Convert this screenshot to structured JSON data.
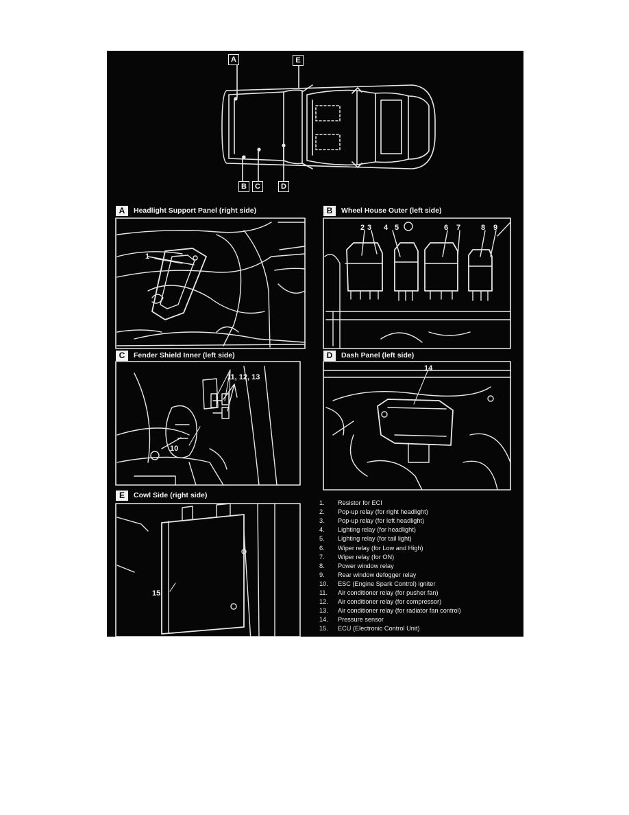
{
  "location_tags": {
    "a": "A",
    "e": "E",
    "b": "B",
    "c": "C",
    "d": "D"
  },
  "panels": {
    "a": {
      "letter": "A",
      "title": "Headlight Support Panel (right side)",
      "callouts": [
        "1"
      ]
    },
    "b": {
      "letter": "B",
      "title": "Wheel House Outer (left side)",
      "callouts": [
        "2",
        "3",
        "4",
        "5",
        "6",
        "7",
        "8",
        "9"
      ]
    },
    "c": {
      "letter": "C",
      "title": "Fender Shield Inner (left side)",
      "callouts": [
        "11, 12, 13",
        "10"
      ]
    },
    "d": {
      "letter": "D",
      "title": "Dash Panel (left side)",
      "callouts": [
        "14"
      ]
    },
    "e": {
      "letter": "E",
      "title": "Cowl Side (right side)",
      "callouts": [
        "15"
      ]
    }
  },
  "legend": [
    {
      "num": "1.",
      "text": "Resistor for ECI"
    },
    {
      "num": "2.",
      "text": "Pop-up relay (for right headlight)"
    },
    {
      "num": "3.",
      "text": "Pop-up relay (for left headlight)"
    },
    {
      "num": "4.",
      "text": "Lighting relay (for headlight)"
    },
    {
      "num": "5.",
      "text": "Lighting relay (for tail light)"
    },
    {
      "num": "6.",
      "text": "Wiper relay (for Low and High)"
    },
    {
      "num": "7.",
      "text": "Wiper relay (for ON)"
    },
    {
      "num": "8.",
      "text": "Power window relay"
    },
    {
      "num": "9.",
      "text": "Rear window defogger relay"
    },
    {
      "num": "10.",
      "text": "ESC (Engine Spark Control) igniter"
    },
    {
      "num": "11.",
      "text": "Air conditioner relay (for pusher fan)"
    },
    {
      "num": "12.",
      "text": "Air conditioner relay (for compressor)"
    },
    {
      "num": "13.",
      "text": "Air conditioner relay (for radiator fan control)"
    },
    {
      "num": "14.",
      "text": "Pressure sensor"
    },
    {
      "num": "15.",
      "text": "ECU (Electronic Control Unit)"
    }
  ],
  "colors": {
    "background": "#060606",
    "line": "#e8e8e8",
    "page": "#ffffff"
  }
}
